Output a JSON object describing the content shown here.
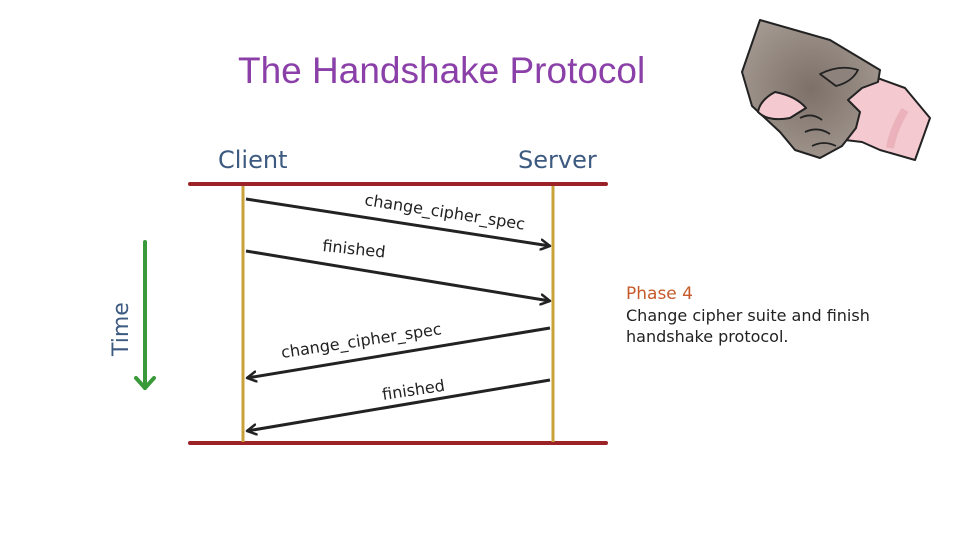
{
  "slide": {
    "title": "The Handshake Protocol"
  },
  "diagram": {
    "client_label": "Client",
    "server_label": "Server",
    "time_label": "Time",
    "messages": [
      {
        "label": "change_cipher_spec",
        "direction": "client-to-server"
      },
      {
        "label": "finished",
        "direction": "client-to-server"
      },
      {
        "label": "change_cipher_spec",
        "direction": "server-to-client"
      },
      {
        "label": "finished",
        "direction": "server-to-client"
      }
    ],
    "phase": {
      "heading": "Phase 4",
      "line1": "Change cipher suite and finish",
      "line2": "handshake protocol."
    }
  },
  "colors": {
    "title": "#8b3fa8",
    "party_labels": "#3d5a80",
    "boundary_lines": "#9b2226",
    "lifelines": "#c9a23a",
    "time_arrow": "#3a9a3a",
    "phase_heading": "#c75a2a",
    "ink": "#222222"
  },
  "illustration": {
    "icon": "handshake-icon"
  }
}
